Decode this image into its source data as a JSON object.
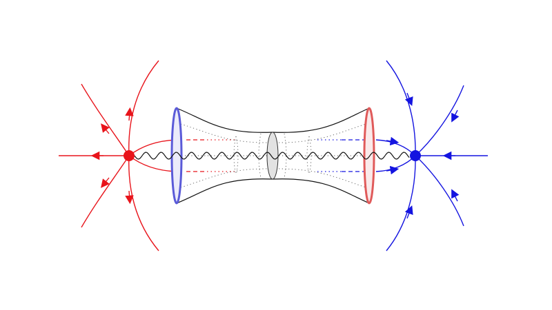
{
  "diagram": {
    "subject": "wormhole",
    "left_charge": {
      "name": "negative-charge",
      "color": "#e8141b",
      "field_direction": "outward"
    },
    "right_charge": {
      "name": "positive-charge",
      "color": "#1414e0",
      "field_direction": "inward"
    },
    "wormhole_throat": {
      "left_mouth_color": "#5a5ad8",
      "right_mouth_color": "#e05a5a",
      "center_ring_color": "#d8d8d8",
      "outline_color": "#111111"
    },
    "connecting_string": {
      "style": "wavy",
      "color": "#111111"
    }
  }
}
